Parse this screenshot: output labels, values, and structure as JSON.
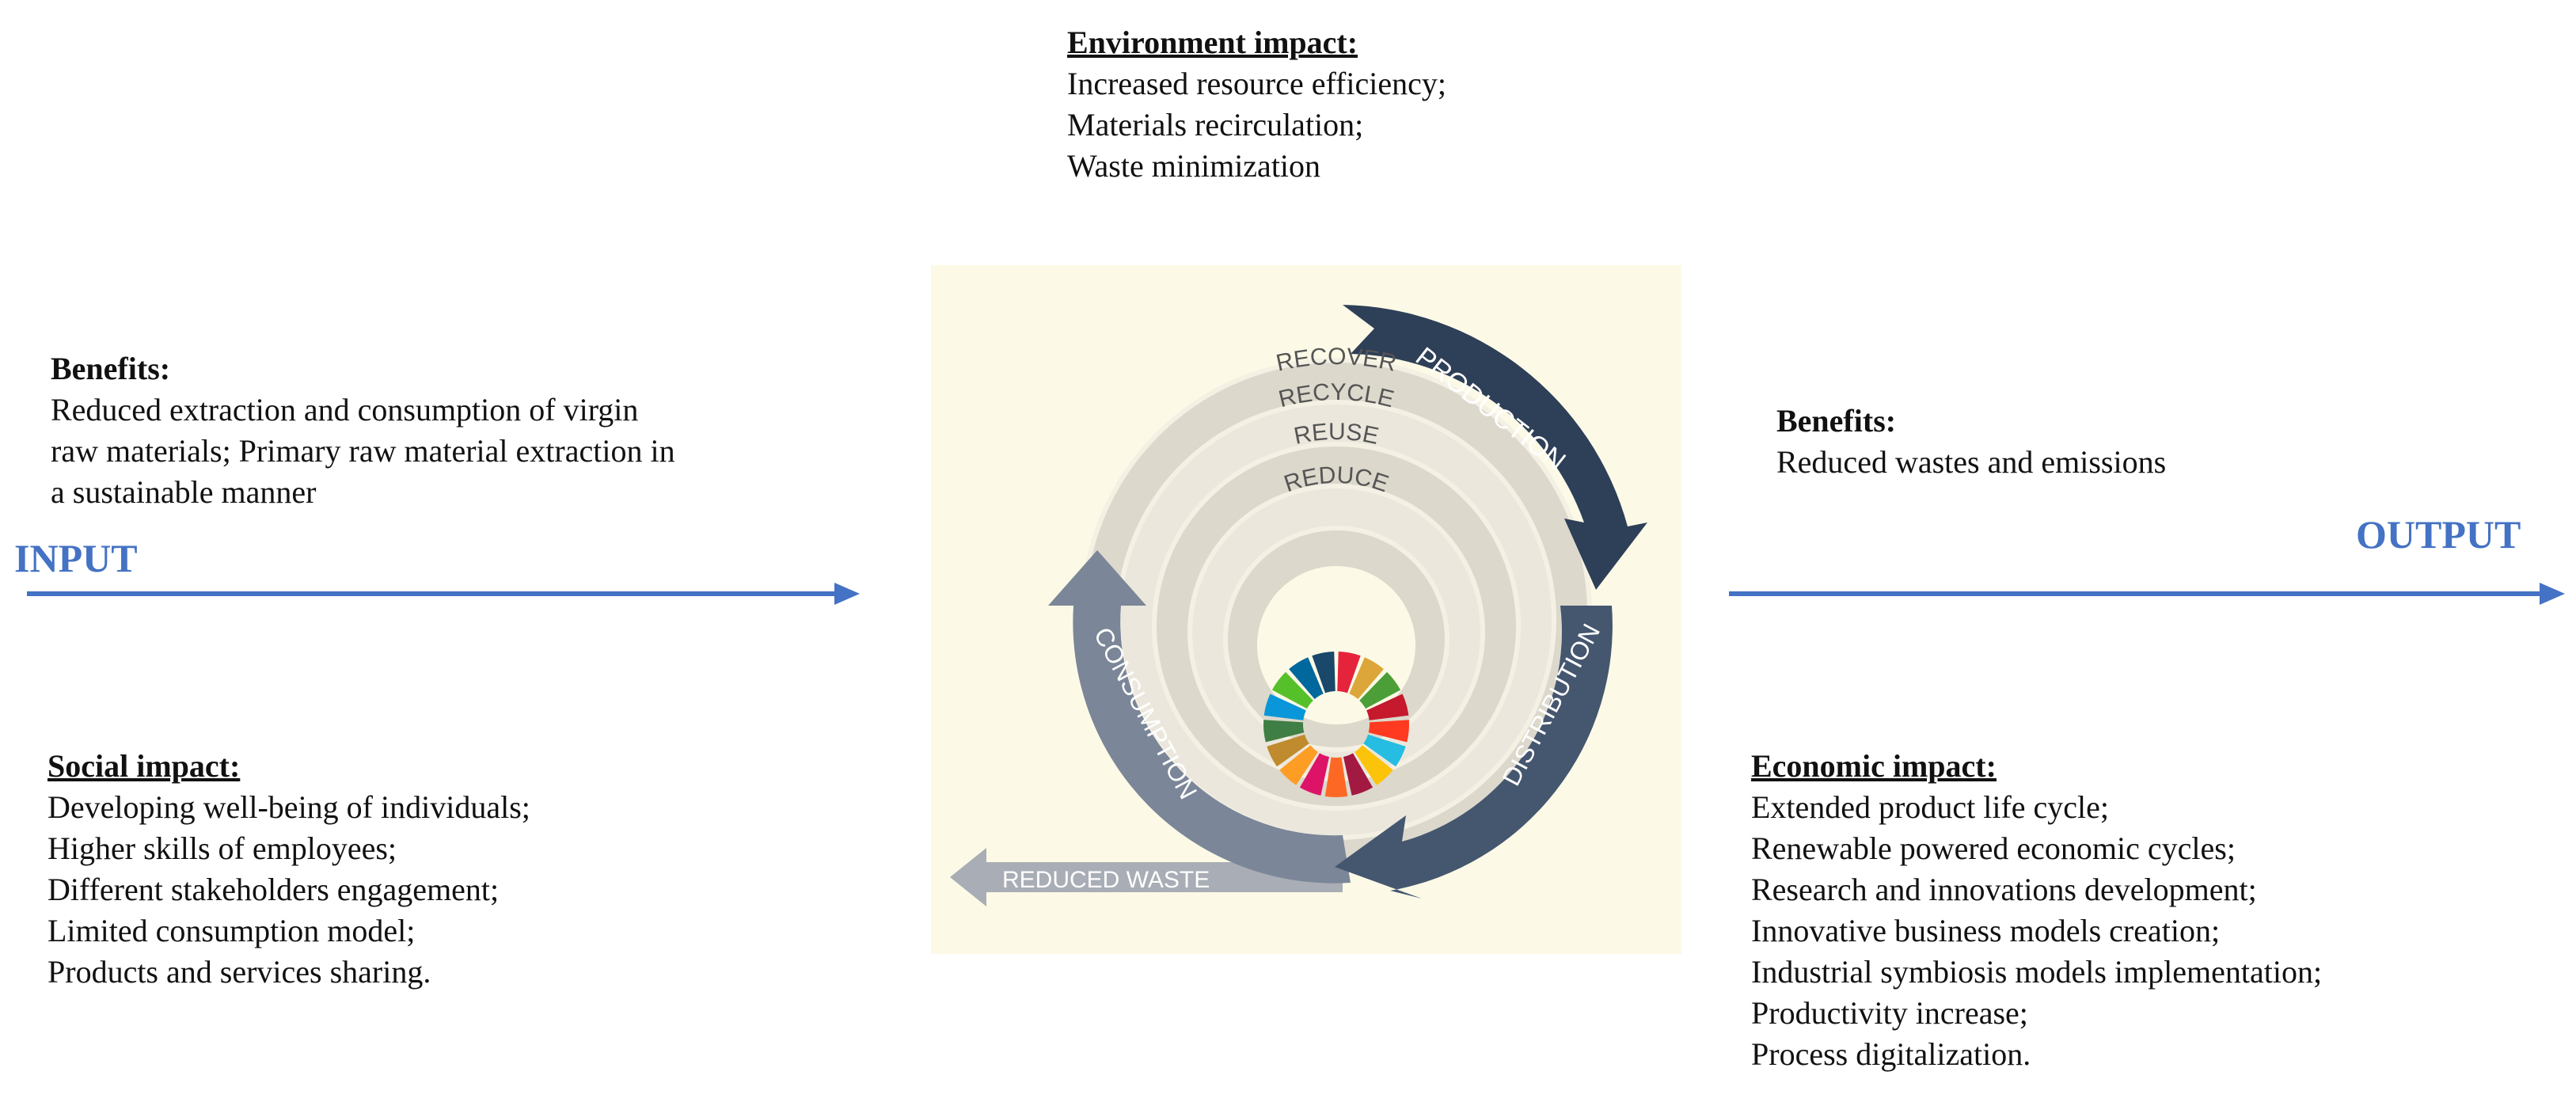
{
  "environment": {
    "heading": "Environment impact:",
    "lines": [
      "Increased resource efficiency;",
      "Materials recirculation;",
      "Waste minimization"
    ]
  },
  "input_benefits": {
    "heading": "Benefits:",
    "lines": [
      "Reduced extraction and consumption of virgin",
      "raw materials; Primary raw material extraction in",
      "a sustainable manner"
    ]
  },
  "output_benefits": {
    "heading": "Benefits:",
    "text": "Reduced wastes and emissions"
  },
  "input_label": "INPUT",
  "output_label": "OUTPUT",
  "social": {
    "heading": "Social impact:",
    "lines": [
      "Developing well-being of individuals;",
      "Higher skills of employees;",
      "Different stakeholders engagement;",
      "Limited consumption model;",
      "Products and services sharing."
    ]
  },
  "economic": {
    "heading": "Economic impact:",
    "lines": [
      "Extended product life cycle;",
      "Renewable powered economic cycles;",
      "Research and innovations development;",
      "Innovative business models creation;",
      "Industrial symbiosis models implementation;",
      "Productivity increase;",
      "Process digitalization."
    ]
  },
  "cycle": {
    "stages": [
      "PRODUCTION",
      "DISTRIBUTION",
      "CONSUMPTION"
    ],
    "rings": [
      "RECOVER",
      "RECYCLE",
      "REUSE",
      "REDUCE"
    ],
    "waste": "REDUCED WASTE",
    "colors": {
      "production": "#2e3f58",
      "distribution": "#45566f",
      "consumption": "#7b8698",
      "waste_arrow": "#a9adb5",
      "ring": "#dcd8cc",
      "panel": "#fcfae6"
    },
    "sdg_colors": [
      "#e5243b",
      "#dda63a",
      "#4c9f38",
      "#c5192d",
      "#ff3a21",
      "#26bde2",
      "#fcc30b",
      "#a21942",
      "#fd6925",
      "#dd1367",
      "#fd9d24",
      "#bf8b2e",
      "#3f7e44",
      "#0a97d9",
      "#56c02b",
      "#00689d",
      "#19486a"
    ]
  }
}
